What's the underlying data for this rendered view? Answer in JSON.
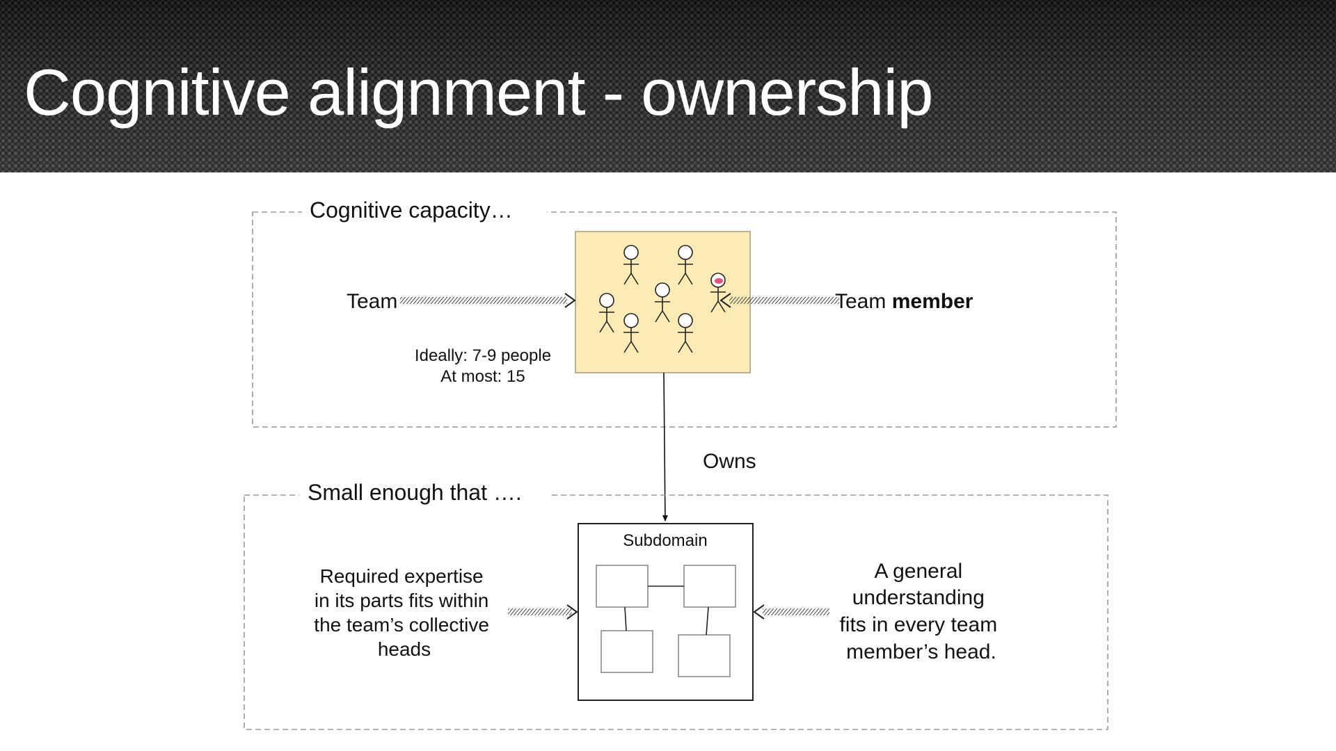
{
  "slide": {
    "title": "Cognitive alignment - ownership"
  },
  "diagram": {
    "top_group": {
      "label": "Cognitive capacity…",
      "left_label": "Team",
      "right_label_regular": "Team ",
      "right_label_bold": "member",
      "size_line1": "Ideally: 7-9 people",
      "size_line2": "At most: 15"
    },
    "edge_label": "Owns",
    "bottom_group": {
      "label": "Small enough that ….",
      "box_title": "Subdomain",
      "left_text": [
        "Required expertise",
        "in its parts fits within",
        "the team’s collective",
        "heads"
      ],
      "right_text": [
        "A general",
        "understanding",
        "fits in every team",
        "member’s head."
      ]
    },
    "colors": {
      "team_box_fill": "#fdebb6",
      "team_box_stroke": "#b8b090",
      "highlight_head": "#e05080",
      "dashed_border": "#999999"
    },
    "icons": [
      "stick-figure-icon",
      "double-arrow-icon"
    ]
  }
}
